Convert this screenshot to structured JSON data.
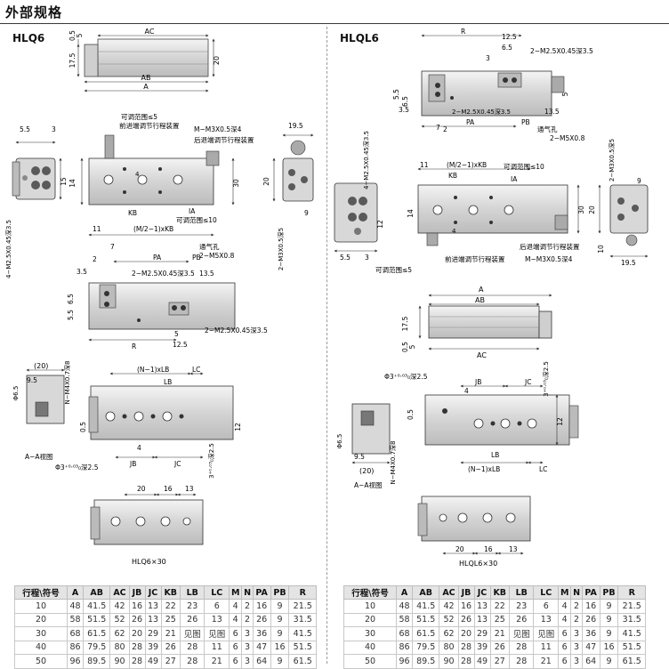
{
  "header": {
    "title": "外部规格"
  },
  "models": {
    "left": "HLQ6",
    "right": "HLQL6"
  },
  "annotations": {
    "adjust_range": "可调范围≤5",
    "adjust_range_10": "可调范围≤10",
    "front_adjust": "前进端调节行程装置",
    "rear_adjust": "后退端调节行程装置",
    "thread_m3": "M−M3X0.5深4",
    "thread_m3_right": "M−M3X0.5深4",
    "air_port": "通气孔",
    "air_port_thread": "2−M5X0.8",
    "tap_2m25_a": "2−M2.5X0.45深3.5",
    "tap_2m25_b": "2−M2.5X0.45深3.5",
    "tap_4m25": "4−M2.5X0.45深3.5",
    "tap_2m3": "2−M3X0.5深5",
    "tap_nm4": "N−M4X0.7深8",
    "pin_hole": "Φ3⁺⁰·⁰³₀深2.5",
    "pin_hole_side": "3⁺⁰·⁰³₀深2.5",
    "section_aa": "A−A视图",
    "caption_hlq": "HLQ6×30",
    "caption_hlql": "HLQL6×30"
  },
  "dims": {
    "A": "A",
    "AB": "AB",
    "AC": "AC",
    "IA": "IA",
    "KB": "KB",
    "PA": "PA",
    "PB": "PB",
    "R": "R",
    "JB": "JB",
    "JC": "JC",
    "LB": "LB",
    "LC": "LC",
    "m2kb": "(M/2−1)xKB",
    "n1lb": "(N−1)xLB",
    "d05": "0.5",
    "d5": "5",
    "d175": "17.5",
    "d20": "20",
    "d55": "5.5",
    "d3": "3",
    "d4": "4",
    "d14": "14",
    "d15": "15",
    "d12": "12",
    "d11": "11",
    "d30": "30",
    "d195": "19.5",
    "d9": "9",
    "d10": "10",
    "d7": "7",
    "d2": "2",
    "d35": "3.5",
    "d65": "6.5",
    "d135": "13.5",
    "d125": "12.5",
    "d16": "16",
    "d13": "13",
    "d20p": "(20)",
    "d95": "9.5",
    "d8": "8",
    "phi65": "Φ6.5",
    "d25": "2.5"
  },
  "table": {
    "headers": [
      "行程\\符号",
      "A",
      "AB",
      "AC",
      "JB",
      "JC",
      "KB",
      "LB",
      "LC",
      "M",
      "N",
      "PA",
      "PB",
      "R"
    ],
    "rows": [
      [
        "10",
        "48",
        "41.5",
        "42",
        "16",
        "13",
        "22",
        "23",
        "6",
        "4",
        "2",
        "16",
        "9",
        "21.5"
      ],
      [
        "20",
        "58",
        "51.5",
        "52",
        "26",
        "13",
        "25",
        "26",
        "13",
        "4",
        "2",
        "26",
        "9",
        "31.5"
      ],
      [
        "30",
        "68",
        "61.5",
        "62",
        "20",
        "29",
        "21",
        "见图",
        "见图",
        "6",
        "3",
        "36",
        "9",
        "41.5"
      ],
      [
        "40",
        "86",
        "79.5",
        "80",
        "28",
        "39",
        "26",
        "28",
        "11",
        "6",
        "3",
        "47",
        "16",
        "51.5"
      ],
      [
        "50",
        "96",
        "89.5",
        "90",
        "28",
        "49",
        "27",
        "28",
        "21",
        "6",
        "3",
        "64",
        "9",
        "61.5"
      ]
    ]
  }
}
